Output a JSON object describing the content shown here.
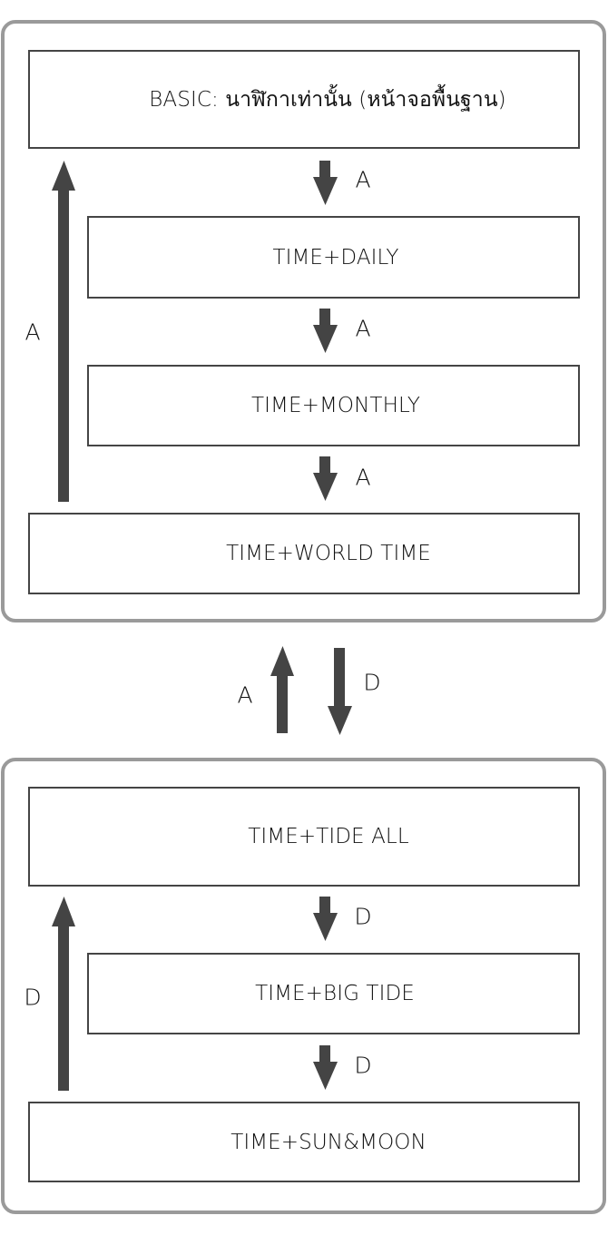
{
  "colors": {
    "frame": "#9a9a9a",
    "box_border": "#454545",
    "arrow": "#444444",
    "text": "#111111"
  },
  "groups": [
    {
      "name": "group-a",
      "screens": [
        {
          "label": "BASIC: นาฬิกาเท่านั้น (หน้าจอพื้นฐาน)"
        },
        {
          "label": "TIME+DAILY"
        },
        {
          "label": "TIME+MONTHLY"
        },
        {
          "label": "TIME+WORLD TIME"
        }
      ],
      "step_keys": [
        "A",
        "A",
        "A"
      ],
      "return_key": "A"
    },
    {
      "name": "group-d",
      "screens": [
        {
          "label": "TIME+TIDE ALL"
        },
        {
          "label": "TIME+BIG TIDE"
        },
        {
          "label": "TIME+SUN&MOON"
        }
      ],
      "step_keys": [
        "D",
        "D"
      ],
      "return_key": "D"
    }
  ],
  "between_groups": {
    "up_key": "A",
    "down_key": "D"
  },
  "icons": {
    "arrow_down": "arrow-down-icon",
    "arrow_up": "arrow-up-icon"
  }
}
